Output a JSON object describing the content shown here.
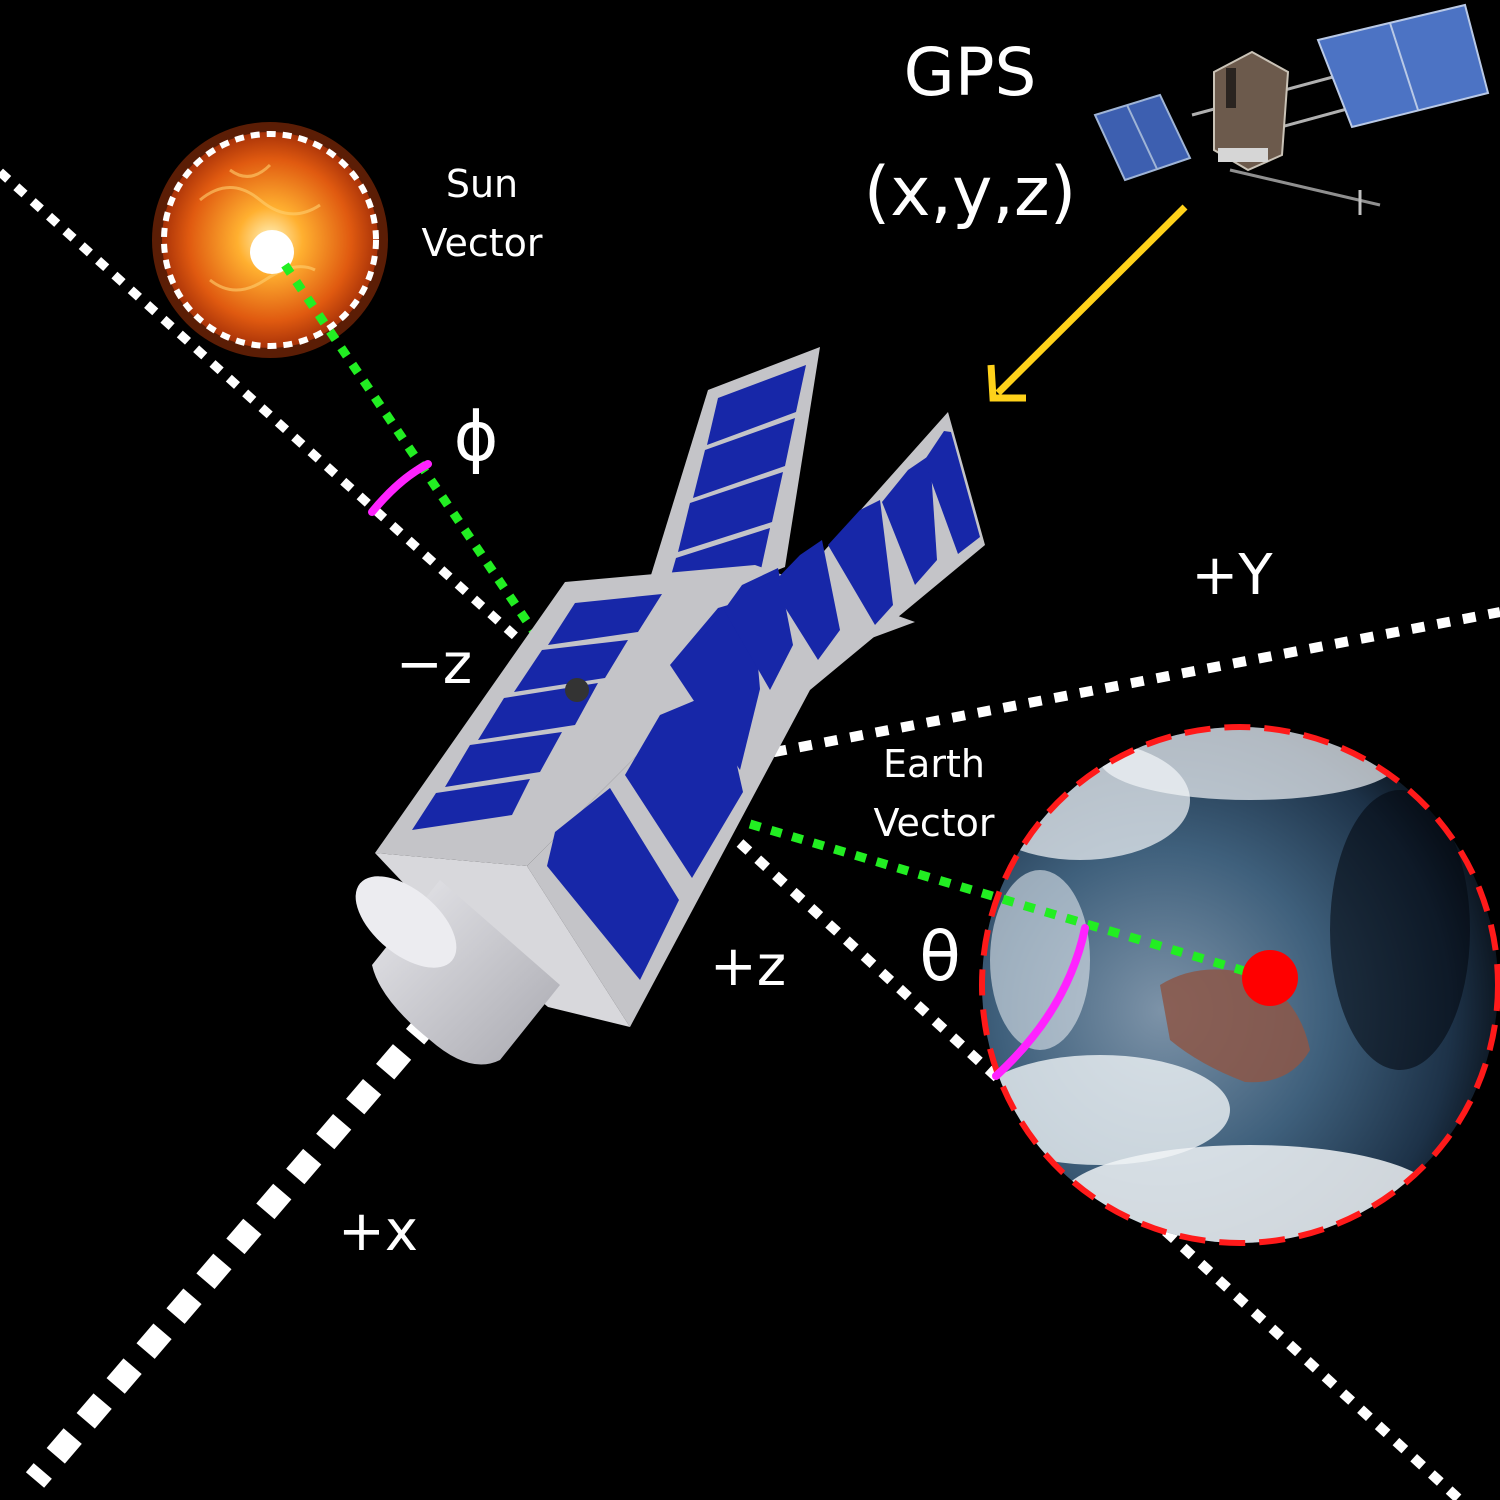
{
  "labels": {
    "gps_title": "GPS",
    "gps_coords": "(x,y,z)",
    "sun_line1": "Sun",
    "sun_line2": "Vector",
    "phi": "ϕ",
    "neg_z": "−z",
    "pos_y": "+Y",
    "earth_line1": "Earth",
    "earth_line2": "Vector",
    "theta": "θ",
    "pos_z": "+z",
    "pos_x": "+x"
  },
  "colors": {
    "background": "#000000",
    "axis": "#ffffff",
    "vector": "#22ee22",
    "angle_arc": "#ff22ff",
    "gps_arrow": "#ffd21a",
    "earth_outline": "#ff1a1a",
    "earth_target": "#ff0000",
    "solar_cell": "#1727a8",
    "panel_frame": "#c4c4c8"
  },
  "icons": {
    "sun": "sun-icon",
    "earth": "earth-icon",
    "gps_satellite": "gps-satellite-icon",
    "cubesat": "cubesat-icon"
  }
}
